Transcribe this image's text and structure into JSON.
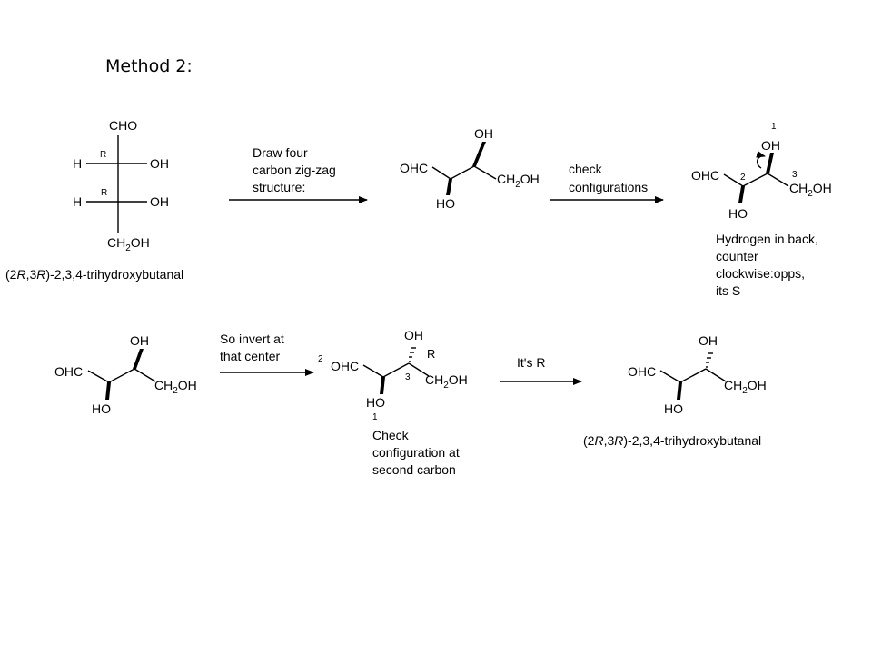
{
  "title": "Method 2:",
  "fischer": {
    "top": "CHO",
    "bottom_group": "CH",
    "left_h": "H",
    "right_oh": "OH",
    "config_r": "R",
    "name_prefix": "(2",
    "name_r": "R",
    "name_mid": ",3",
    "name_suffix": ")-2,3,4-trihydroxybutanal"
  },
  "groups": {
    "oh": "OH",
    "ho": "HO",
    "ohc": "OHC",
    "ch": "CH",
    "oh_tail": "OH",
    "sub2": "2"
  },
  "arrows": {
    "draw_line1": "Draw four",
    "draw_line2": "carbon zig-zag",
    "draw_line3": "structure:",
    "check_line1": "check",
    "check_line2": "configurations",
    "invert_line1": "So invert at",
    "invert_line2": "that center",
    "its_r": "It's R"
  },
  "numbers": {
    "one": "1",
    "two": "2",
    "three": "3"
  },
  "notes": {
    "hydrogen_line1": "Hydrogen in back,",
    "hydrogen_line2": "counter",
    "hydrogen_line3": "clockwise:opps,",
    "hydrogen_line4": "its S",
    "check_line1": "Check",
    "check_line2": "configuration at",
    "check_line3": "second carbon"
  },
  "final_name": {
    "prefix": "(2",
    "r": "R",
    "mid": ",3",
    "suffix": ")-2,3,4-trihydroxybutanal"
  }
}
